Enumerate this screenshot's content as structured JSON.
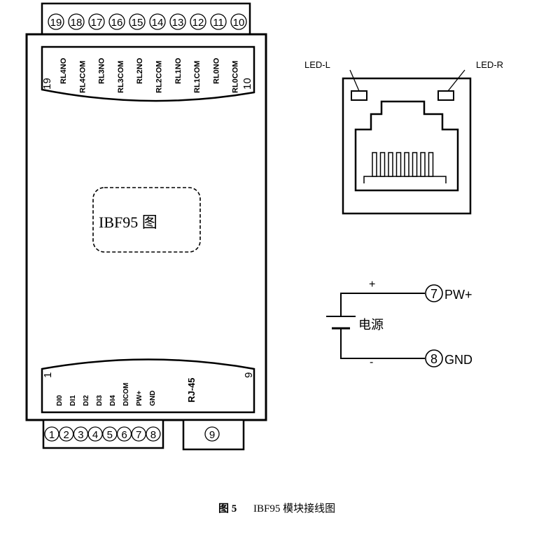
{
  "module": {
    "top_terminals": [
      "19",
      "18",
      "17",
      "16",
      "15",
      "14",
      "13",
      "12",
      "11",
      "10"
    ],
    "top_labels": [
      "RL4NO",
      "RL4COM",
      "RL3NO",
      "RL3COM",
      "RL2NO",
      "RL2COM",
      "RL1NO",
      "RL1COM",
      "RL0NO",
      "RL0COM"
    ],
    "top_pin_left": "19",
    "top_pin_right": "10",
    "center_label": "IBF95 图",
    "bottom_labels": [
      "DI0",
      "DI1",
      "DI2",
      "DI3",
      "DI4",
      "DICOM",
      "PW+",
      "GND"
    ],
    "bottom_terminals": [
      "1",
      "2",
      "3",
      "4",
      "5",
      "6",
      "7",
      "8"
    ],
    "bottom_pin_left": "1",
    "bottom_pin_right": "9",
    "rj45_label": "RJ-45",
    "rj45_terminal": "9"
  },
  "rj45": {
    "led_left": "LED-L",
    "led_right": "LED-R"
  },
  "power": {
    "plus": "+",
    "minus": "-",
    "source_label": "电源",
    "pin_pos": "7",
    "pin_pos_label": "PW+",
    "pin_neg": "8",
    "pin_neg_label": "GND"
  },
  "caption": {
    "figure": "图 5",
    "title": "IBF95  模块接线图"
  }
}
